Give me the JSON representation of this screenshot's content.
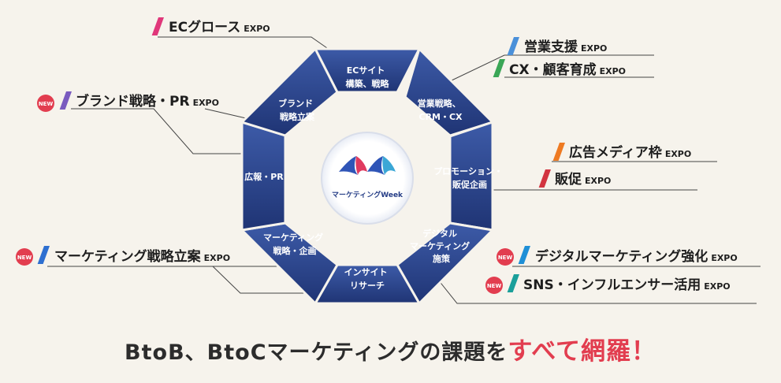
{
  "octagon": {
    "segments": {
      "ec_site": [
        "ECサイト",
        "構築、戦略"
      ],
      "sales": [
        "営業戦略、",
        "CRM・CX"
      ],
      "promo": [
        "プロモーション・",
        "販促企画"
      ],
      "digital": [
        "デジタル",
        "マーケティング",
        "施策"
      ],
      "insight": [
        "インサイト",
        "リサーチ"
      ],
      "planning": [
        "マーケティング",
        "戦略・企画"
      ],
      "pr": [
        "広報・PR"
      ],
      "brand": [
        "ブランド",
        "戦略立案"
      ]
    },
    "center_logo_text": "マーケティングWeek"
  },
  "expos": {
    "ec_growth": {
      "name": "ECグロース",
      "suffix": "EXPO",
      "color": "#e0377a",
      "new": false
    },
    "sales_support": {
      "name": "営業支援",
      "suffix": "EXPO",
      "color": "#4a90d9",
      "new": false
    },
    "cx_customer": {
      "name": "CX・顧客育成",
      "suffix": "EXPO",
      "color": "#3aa656",
      "new": false
    },
    "brand_pr": {
      "name": "ブランド戦略・PR",
      "suffix": "EXPO",
      "color": "#7a5bbf",
      "new": true
    },
    "ad_media": {
      "name": "広告メディア枠",
      "suffix": "EXPO",
      "color": "#ee7a22",
      "new": false
    },
    "sales_promo": {
      "name": "販促",
      "suffix": "EXPO",
      "color": "#d23440",
      "new": false
    },
    "mkt_strategy": {
      "name": "マーケティング戦略立案",
      "suffix": "EXPO",
      "color": "#2e6fd0",
      "new": true
    },
    "digital_mkt": {
      "name": "デジタルマーケティング強化",
      "suffix": "EXPO",
      "color": "#1f8fd6",
      "new": true
    },
    "sns_influencer": {
      "name": "SNS・インフルエンサー活用",
      "suffix": "EXPO",
      "color": "#1a9f9a",
      "new": true
    }
  },
  "new_badge": "NEW",
  "tagline": {
    "prefix": "BtoB、BtoCマーケティングの課題を",
    "highlight": "すべて網羅！"
  }
}
